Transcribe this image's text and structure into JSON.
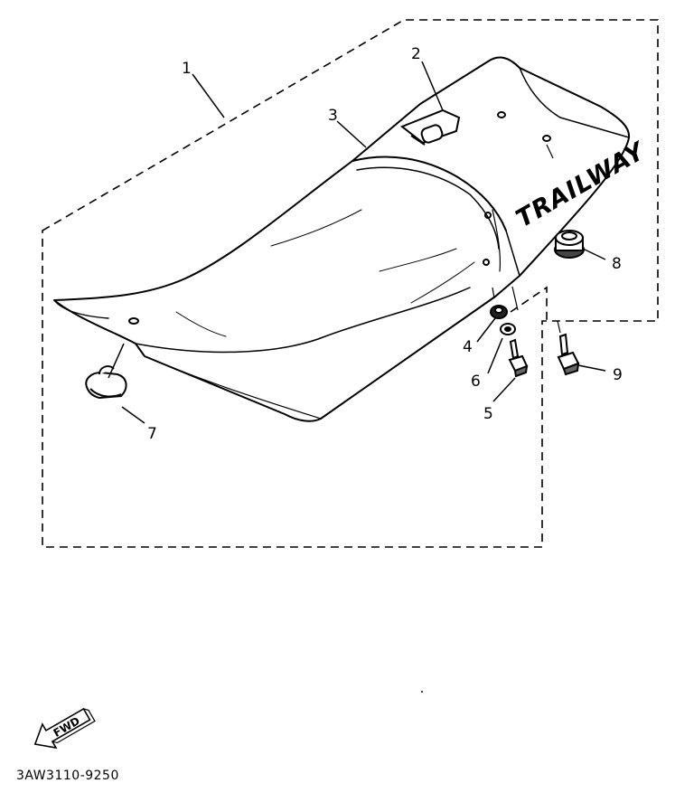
{
  "diagram": {
    "brand_text": "TRAILWAY",
    "drawing_code": "3AW3110-9250",
    "direction_label": "FWD",
    "callouts": [
      {
        "id": "c1",
        "label": "1"
      },
      {
        "id": "c2",
        "label": "2"
      },
      {
        "id": "c3",
        "label": "3"
      },
      {
        "id": "c4",
        "label": "4"
      },
      {
        "id": "c5",
        "label": "5"
      },
      {
        "id": "c6",
        "label": "6"
      },
      {
        "id": "c7",
        "label": "7"
      },
      {
        "id": "c8",
        "label": "8"
      },
      {
        "id": "c9",
        "label": "9"
      }
    ]
  }
}
